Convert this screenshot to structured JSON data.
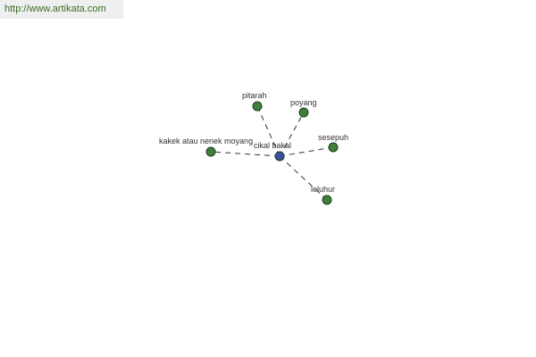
{
  "banner": {
    "url_text": "http://www.artikata.com"
  },
  "graph": {
    "center": {
      "id": "center",
      "label": "cikal bakal",
      "color": "#3d4fa3"
    },
    "nodes": [
      {
        "id": "pitarah",
        "label": "pitarah",
        "color": "#3e7f3a"
      },
      {
        "id": "poyang",
        "label": "poyang",
        "color": "#3e7f3a"
      },
      {
        "id": "sesepuh",
        "label": "sesepuh",
        "color": "#3e7f3a"
      },
      {
        "id": "leluhur",
        "label": "leluhur",
        "color": "#3e7f3a"
      },
      {
        "id": "kakek",
        "label": "kakek atau nenek moyang",
        "color": "#3e7f3a"
      }
    ]
  }
}
